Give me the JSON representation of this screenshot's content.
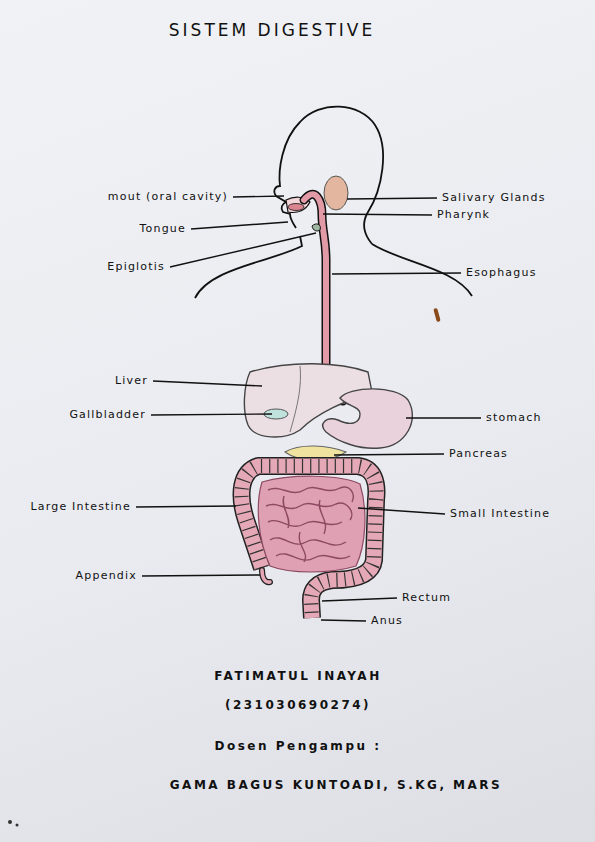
{
  "diagram": {
    "title": "SISTEM DIGESTIVE",
    "labels": [
      "mout (oral cavity)",
      "Tongue",
      "Epiglotis",
      "Salivary Glands",
      "Pharynk",
      "Esophagus",
      "Liver",
      "Gallbladder",
      "stomach",
      "Pancreas",
      "Large Intestine",
      "Small Intestine",
      "Appendix",
      "Rectum",
      "Anus",
      "FATIMATUL INAYAH",
      "(231030690274)",
      "Dosen Pengampu :",
      "GAMA BAGUS KUNTOADI, S.KG, MARS"
    ]
  }
}
